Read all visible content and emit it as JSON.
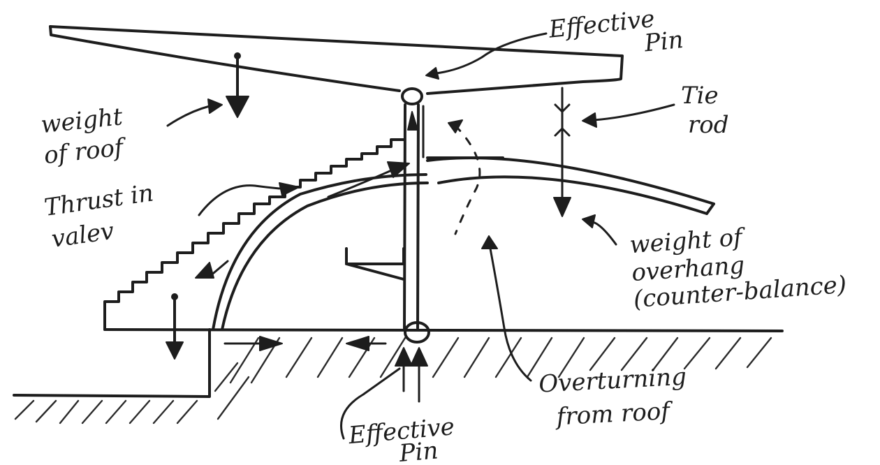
{
  "labels": {
    "effective_pin_top_1": "Effective",
    "effective_pin_top_2": "Pin",
    "tie_rod_1": "Tie",
    "tie_rod_2": "rod",
    "weight_of_roof_1": "weight",
    "weight_of_roof_2": "of roof",
    "thrust_in_valev_1": "Thrust in",
    "thrust_in_valev_2": "valev",
    "weight_of_overhang_1": "weight of",
    "weight_of_overhang_2": "overhang",
    "weight_of_overhang_3": "(counter-balance)",
    "overturning_from_roof_1": "Overturning",
    "overturning_from_roof_2": "from roof",
    "effective_pin_bottom_1": "Effective",
    "effective_pin_bottom_2": "Pin"
  }
}
